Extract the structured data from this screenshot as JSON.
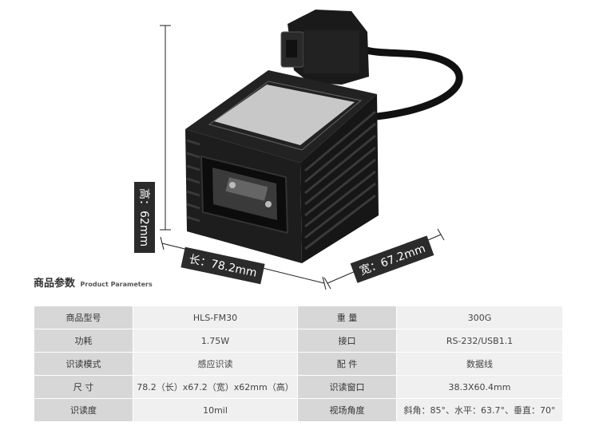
{
  "dimensions": {
    "height_label": "高：62mm",
    "width_label": "长：78.2mm",
    "depth_label": "宽：67.2mm"
  },
  "section": {
    "title_cn": "商品参数",
    "title_en": "Product Parameters"
  },
  "params": [
    {
      "k1": "商品型号",
      "v1": "HLS-FM30",
      "k2": "重 量",
      "v2": "300G"
    },
    {
      "k1": "功耗",
      "v1": "1.75W",
      "k2": "接口",
      "v2": "RS-232/USB1.1"
    },
    {
      "k1": "识读模式",
      "v1": "感应识读",
      "k2": "配 件",
      "v2": "数据线"
    },
    {
      "k1": "尺 寸",
      "v1": "78.2（长）x67.2（宽）x62mm（高）",
      "k2": "识读窗口",
      "v2": "38.3X60.4mm"
    },
    {
      "k1": "识读度",
      "v1": "10mil",
      "k2": "视场角度",
      "v2": "斜角：85°、水平：63.7°、垂直：70°"
    }
  ]
}
